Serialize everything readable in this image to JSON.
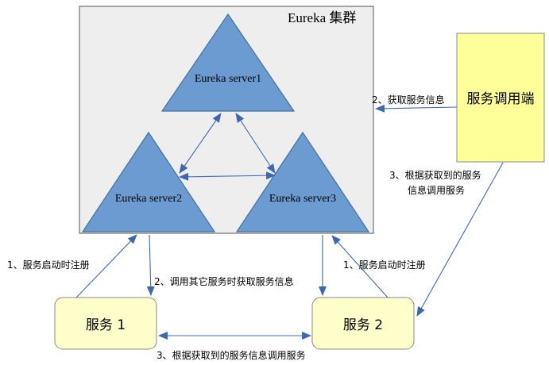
{
  "cluster": {
    "title": "Eureka  集群"
  },
  "servers": [
    {
      "label": "Eureka server1"
    },
    {
      "label": "Eureka server2"
    },
    {
      "label": "Eureka server3"
    }
  ],
  "consumer": {
    "label": "服务调用端"
  },
  "services": [
    {
      "label": "服务 1"
    },
    {
      "label": "服务 2"
    }
  ],
  "edge_labels": {
    "get_info": "2、获取服务信息",
    "invoke_line1": "3、根据获取到的服务",
    "invoke_line2": "信息调用服务",
    "register_left": "1、服务启动时注册",
    "register_right": "1、服务启动时注册",
    "call_other": "2、调用其它服务时获取服务信息",
    "peer_call": "3、根据获取到的服务信息调用服务"
  },
  "colors": {
    "cluster_fill": "#eeeeee",
    "server_fill": "#6b9bd1",
    "server_stroke": "#41729f",
    "consumer_fill": "#ffff99",
    "service_fill": "#ffffcc",
    "arrow": "#3d68b0"
  }
}
